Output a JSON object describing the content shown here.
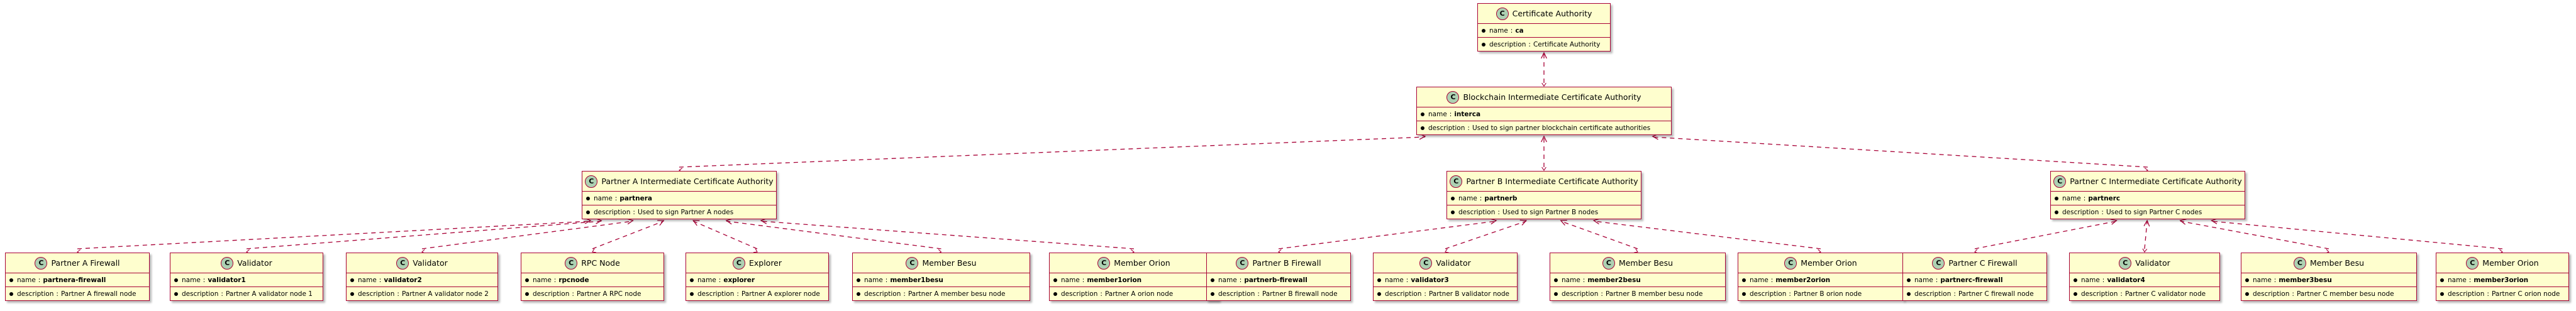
{
  "nodes": [
    {
      "id": "ca",
      "title": "Certificate Authority",
      "circle": "C",
      "attrs": [
        {
          "key": "name",
          "value": "ca"
        },
        {
          "key": "description",
          "value": "Certificate Authority"
        }
      ]
    },
    {
      "id": "interca",
      "title": "Blockchain Intermediate Certificate Authority",
      "circle": "C",
      "attrs": [
        {
          "key": "name",
          "value": "interca"
        },
        {
          "key": "description",
          "value": "Used to sign partner blockchain certificate authorities"
        }
      ]
    },
    {
      "id": "partnera",
      "title": "Partner A Intermediate Certificate Authority",
      "circle": "C",
      "attrs": [
        {
          "key": "name",
          "value": "partnera"
        },
        {
          "key": "description",
          "value": "Used to sign Partner A nodes"
        }
      ]
    },
    {
      "id": "partnerb",
      "title": "Partner B Intermediate Certificate Authority",
      "circle": "C",
      "attrs": [
        {
          "key": "name",
          "value": "partnerb"
        },
        {
          "key": "description",
          "value": "Used to sign Partner B nodes"
        }
      ]
    },
    {
      "id": "partnerc",
      "title": "Partner C Intermediate Certificate Authority",
      "circle": "C",
      "attrs": [
        {
          "key": "name",
          "value": "partnerc"
        },
        {
          "key": "description",
          "value": "Used to sign Partner C nodes"
        }
      ]
    },
    {
      "id": "partnera-firewall",
      "title": "Partner A Firewall",
      "circle": "C",
      "attrs": [
        {
          "key": "name",
          "value": "partnera-firewall"
        },
        {
          "key": "description",
          "value": "Partner A firewall node"
        }
      ]
    },
    {
      "id": "validator1",
      "title": "Validator",
      "circle": "C",
      "attrs": [
        {
          "key": "name",
          "value": "validator1"
        },
        {
          "key": "description",
          "value": "Partner A validator node 1"
        }
      ]
    },
    {
      "id": "validator2",
      "title": "Validator",
      "circle": "C",
      "attrs": [
        {
          "key": "name",
          "value": "validator2"
        },
        {
          "key": "description",
          "value": "Partner A validator node 2"
        }
      ]
    },
    {
      "id": "rpcnode",
      "title": "RPC Node",
      "circle": "C",
      "attrs": [
        {
          "key": "name",
          "value": "rpcnode"
        },
        {
          "key": "description",
          "value": "Partner A RPC node"
        }
      ]
    },
    {
      "id": "explorer",
      "title": "Explorer",
      "circle": "C",
      "attrs": [
        {
          "key": "name",
          "value": "explorer"
        },
        {
          "key": "description",
          "value": "Partner A explorer node"
        }
      ]
    },
    {
      "id": "member1besu",
      "title": "Member Besu",
      "circle": "C",
      "attrs": [
        {
          "key": "name",
          "value": "member1besu"
        },
        {
          "key": "description",
          "value": "Partner A member besu node"
        }
      ]
    },
    {
      "id": "member1orion",
      "title": "Member Orion",
      "circle": "C",
      "attrs": [
        {
          "key": "name",
          "value": "member1orion"
        },
        {
          "key": "description",
          "value": "Partner A orion node"
        }
      ]
    },
    {
      "id": "partnerb-firewall",
      "title": "Partner B Firewall",
      "circle": "C",
      "attrs": [
        {
          "key": "name",
          "value": "partnerb-firewall"
        },
        {
          "key": "description",
          "value": "Partner B firewall node"
        }
      ]
    },
    {
      "id": "validator3",
      "title": "Validator",
      "circle": "C",
      "attrs": [
        {
          "key": "name",
          "value": "validator3"
        },
        {
          "key": "description",
          "value": "Partner B validator node"
        }
      ]
    },
    {
      "id": "member2besu",
      "title": "Member Besu",
      "circle": "C",
      "attrs": [
        {
          "key": "name",
          "value": "member2besu"
        },
        {
          "key": "description",
          "value": "Partner B member besu node"
        }
      ]
    },
    {
      "id": "member2orion",
      "title": "Member Orion",
      "circle": "C",
      "attrs": [
        {
          "key": "name",
          "value": "member2orion"
        },
        {
          "key": "description",
          "value": "Partner B orion node"
        }
      ]
    },
    {
      "id": "partnerc-firewall",
      "title": "Partner C Firewall",
      "circle": "C",
      "attrs": [
        {
          "key": "name",
          "value": "partnerc-firewall"
        },
        {
          "key": "description",
          "value": "Partner C firewall node"
        }
      ]
    },
    {
      "id": "validator4",
      "title": "Validator",
      "circle": "C",
      "attrs": [
        {
          "key": "name",
          "value": "validator4"
        },
        {
          "key": "description",
          "value": "Partner C validator node"
        }
      ]
    },
    {
      "id": "member3besu",
      "title": "Member Besu",
      "circle": "C",
      "attrs": [
        {
          "key": "name",
          "value": "member3besu"
        },
        {
          "key": "description",
          "value": "Partner C member besu node"
        }
      ]
    },
    {
      "id": "member3orion",
      "title": "Member Orion",
      "circle": "C",
      "attrs": [
        {
          "key": "name",
          "value": "member3orion"
        },
        {
          "key": "description",
          "value": "Partner C orion node"
        }
      ]
    }
  ],
  "edges": [
    {
      "from": "ca",
      "to": "interca"
    },
    {
      "from": "interca",
      "to": "partnera"
    },
    {
      "from": "interca",
      "to": "partnerb"
    },
    {
      "from": "interca",
      "to": "partnerc"
    },
    {
      "from": "partnera",
      "to": "partnera-firewall"
    },
    {
      "from": "partnera",
      "to": "validator1"
    },
    {
      "from": "partnera",
      "to": "validator2"
    },
    {
      "from": "partnera",
      "to": "rpcnode"
    },
    {
      "from": "partnera",
      "to": "explorer"
    },
    {
      "from": "partnera",
      "to": "member1besu"
    },
    {
      "from": "partnera",
      "to": "member1orion"
    },
    {
      "from": "partnerb",
      "to": "partnerb-firewall"
    },
    {
      "from": "partnerb",
      "to": "validator3"
    },
    {
      "from": "partnerb",
      "to": "member2besu"
    },
    {
      "from": "partnerb",
      "to": "member2orion"
    },
    {
      "from": "partnerc",
      "to": "partnerc-firewall"
    },
    {
      "from": "partnerc",
      "to": "validator4"
    },
    {
      "from": "partnerc",
      "to": "member3besu"
    },
    {
      "from": "partnerc",
      "to": "member3orion"
    }
  ],
  "colors": {
    "box_fill": "#fefece",
    "border": "#a80036",
    "edge": "#a80036",
    "circle_fill": "#add1b2"
  }
}
